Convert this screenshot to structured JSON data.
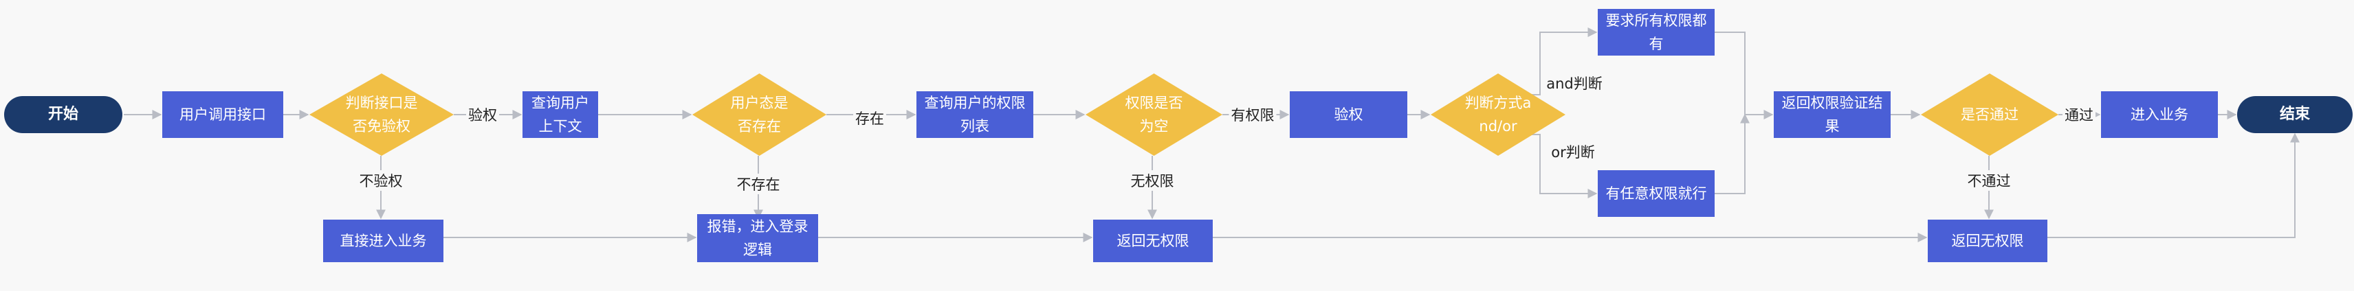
{
  "colors": {
    "process": "#4a5fd6",
    "terminal": "#1b3a6b",
    "decision": "#f1bf45",
    "edge": "#b9bcc4",
    "background": "#f8f8f8"
  },
  "nodes": {
    "start": "开始",
    "call_api": "用户调用接口",
    "check_free": "判断接口是否免验权",
    "query_ctx": "查询用户上下文",
    "check_login": "用户态是否存在",
    "query_perm": "查询用户的权限列表",
    "check_empty": "权限是否为空",
    "auth": "验权",
    "judge_mode": "判断方式and/or",
    "need_all": "要求所有权限都有",
    "any_one": "有任意权限就行",
    "return_result": "返回权限验证结果",
    "check_pass": "是否通过",
    "enter_biz": "进入业务",
    "end": "结束",
    "direct_enter": "直接进入业务",
    "error_login": "报错，进入登录逻辑",
    "no_perm_1": "返回无权限",
    "no_perm_2": "返回无权限"
  },
  "edge_labels": {
    "verify": "验权",
    "no_verify": "不验权",
    "exists": "存在",
    "not_exists": "不存在",
    "has_perm": "有权限",
    "no_perm": "无权限",
    "and_judge": "and判断",
    "or_judge": "or判断",
    "pass": "通过",
    "not_pass": "不通过"
  }
}
